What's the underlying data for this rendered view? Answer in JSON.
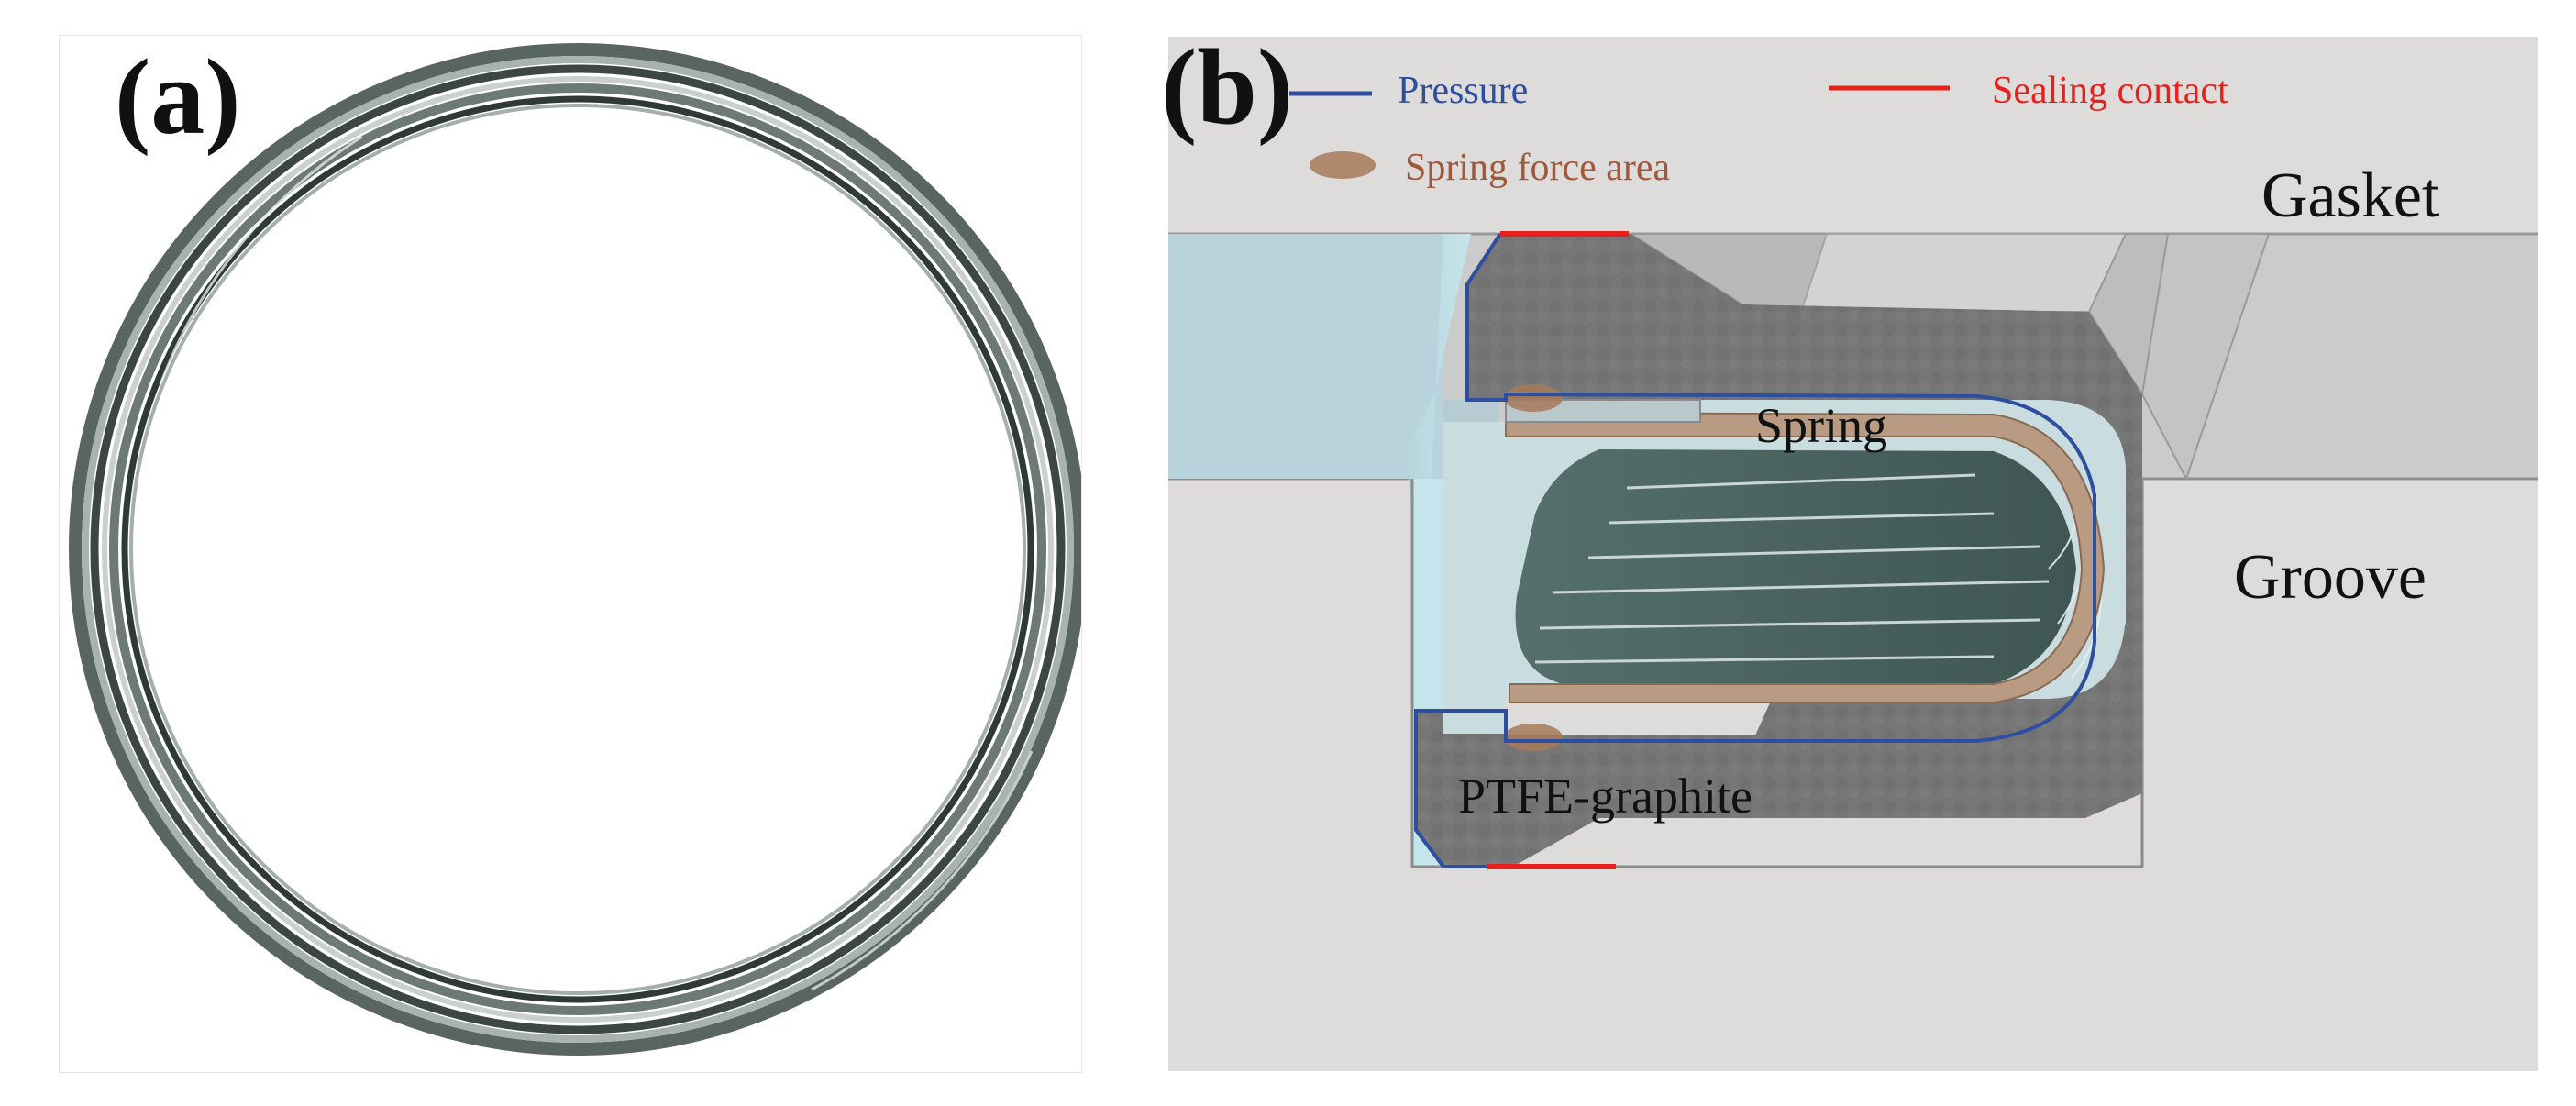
{
  "panel_a": {
    "label": "(a)"
  },
  "panel_b": {
    "label": "(b)",
    "legend": {
      "pressure": "Pressure",
      "sealing_contact": "Sealing contact",
      "spring_force_area": "Spring force area"
    },
    "labels": {
      "gasket": "Gasket",
      "groove": "Groove",
      "spring": "Spring",
      "seal_material": "PTFE-graphite"
    }
  },
  "colors": {
    "pressure": "#2e4fa0",
    "sealing_contact": "#e8201c",
    "spring_force_area": "#a67a5b",
    "seal_body": "#737373",
    "spring_coil": "#4f6664",
    "fluid": "#b2dde6",
    "gasket": "#cacaca",
    "groove_bg": "#dedcdb"
  }
}
